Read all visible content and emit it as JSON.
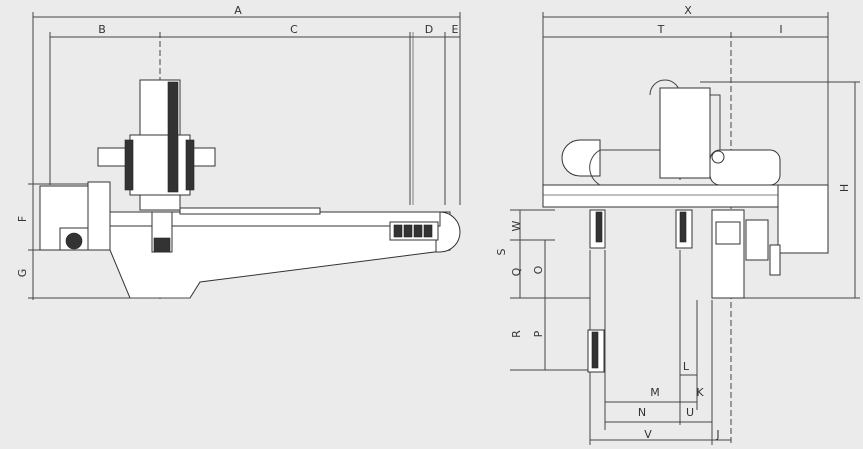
{
  "diagram": {
    "left_view": {
      "dimensions": {
        "A": "A",
        "B": "B",
        "C": "C",
        "D": "D",
        "E": "E",
        "F": "F",
        "G": "G"
      }
    },
    "right_view": {
      "dimensions": {
        "X": "X",
        "T": "T",
        "I": "I",
        "H": "H",
        "S": "S",
        "W": "W",
        "Q": "Q",
        "O": "O",
        "R": "R",
        "P": "P",
        "L": "L",
        "K": "K",
        "M": "M",
        "N": "N",
        "U": "U",
        "V": "V",
        "J": "J"
      }
    },
    "colors": {
      "background": "#ebebeb",
      "line": "#444444",
      "body": "#ffffff",
      "dark": "#333333"
    }
  }
}
